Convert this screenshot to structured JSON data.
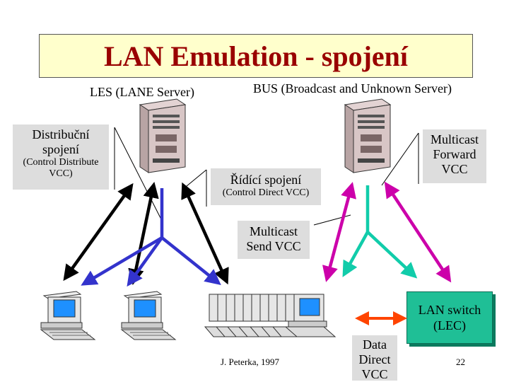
{
  "title": "LAN Emulation - spojení",
  "labels": {
    "les": "LES (LANE Server)",
    "bus": "BUS (Broadcast and Unknown Server)",
    "distrib_1": "Distribuční",
    "distrib_2": "spojení",
    "distrib_3": "(Control Distribute",
    "distrib_4": "VCC)",
    "ridici_1": "Řídící spojení",
    "ridici_2": "(Control Direct VCC)",
    "mcast_fwd_1": "Multicast",
    "mcast_fwd_2": "Forward",
    "mcast_fwd_3": "VCC",
    "mcast_send_1": "Multicast",
    "mcast_send_2": "Send VCC",
    "lan_switch_1": "LAN switch",
    "lan_switch_2": "(LEC)",
    "data_direct_1": "Data",
    "data_direct_2": "Direct",
    "data_direct_3": "VCC"
  },
  "footer": {
    "author": "J. Peterka, 1997",
    "page": "22"
  },
  "colors": {
    "title_text": "#990000",
    "title_bg": "#ffffcc",
    "label_bg": "#dddddd",
    "control_distribute": "#000000",
    "multicast_send": "#3333cc",
    "multicast_forward": "#cc00aa",
    "bus_tree": "#11ccaa",
    "data_direct": "#ff4400",
    "lec_box": "#1fbf96"
  }
}
